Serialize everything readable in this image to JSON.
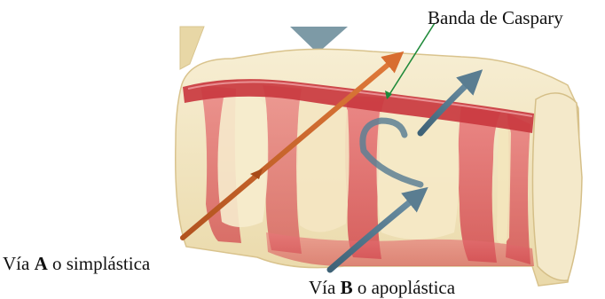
{
  "labels": {
    "caspary": "Banda de Caspary",
    "pathway_a_prefix": "Vía ",
    "pathway_a_letter": "A",
    "pathway_a_suffix": " o simplástica",
    "pathway_b_prefix": "Vía ",
    "pathway_b_letter": "B",
    "pathway_b_suffix": " o apoplástica"
  },
  "colors": {
    "cell_fill": "#f3e7c4",
    "cell_shade": "#e2d09f",
    "cell_wall": "#d9565a",
    "caspary_band": "#c9383f",
    "pathway_a_arrow": "#c8612a",
    "pathway_b_arrow": "#4f7286",
    "pointer_line": "#1f8a3a",
    "top_shape": "#7d9aa6"
  }
}
